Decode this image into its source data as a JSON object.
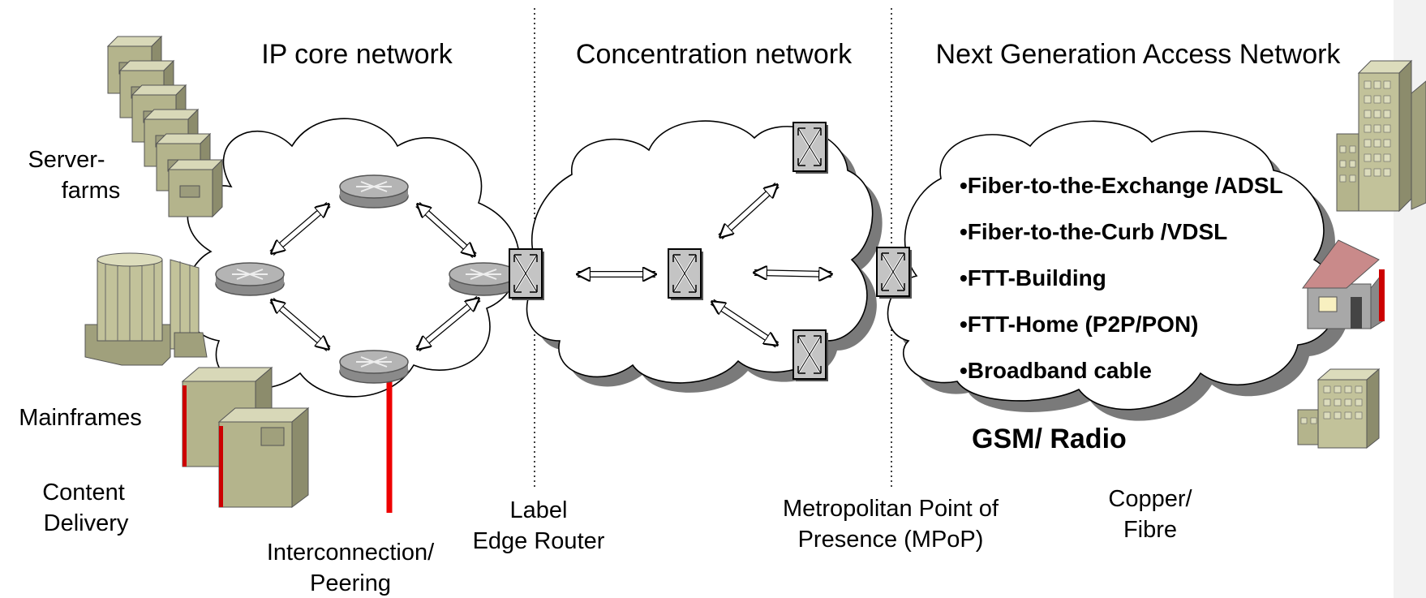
{
  "sections": {
    "ip_core": "IP core network",
    "concentration": "Concentration network",
    "nga": "Next Generation Access Network"
  },
  "left_labels": {
    "server_farms_1": "Server-",
    "server_farms_2": "farms",
    "mainframes": "Mainframes",
    "content_delivery_1": "Content",
    "content_delivery_2": "Delivery"
  },
  "bottom_labels": {
    "interconnection_1": "Interconnection/",
    "interconnection_2": "Peering",
    "ler_1": "Label",
    "ler_2": "Edge Router",
    "mpop_1": "Metropolitan Point of",
    "mpop_2": "Presence (MPoP)",
    "copper_1": "Copper/",
    "copper_2": "Fibre"
  },
  "access_options": [
    "•Fiber-to-the-Exchange /ADSL",
    "•Fiber-to-the-Curb /VDSL",
    "•FTT-Building",
    "•FTT-Home (P2P/PON)",
    "•Broadband cable"
  ],
  "gsm_radio": "GSM/ Radio",
  "colors": {
    "peering_line": "#ee0000",
    "router_fill": "#a8a8a8",
    "switch_fill": "#c0c0c0",
    "building_fill": "#c8c8a0",
    "roof_fill": "#c98a8a"
  }
}
